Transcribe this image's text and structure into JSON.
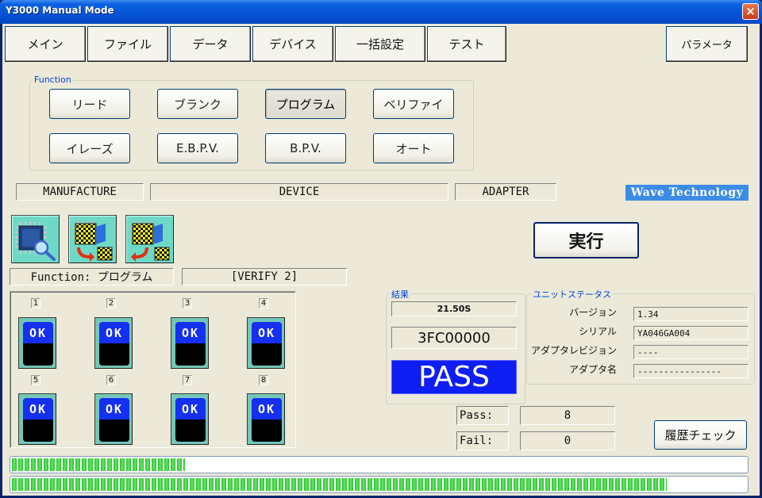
{
  "window": {
    "title": "Y3000 Manual Mode",
    "close_symbol": "×"
  },
  "menu": [
    "メイン",
    "ファイル",
    "データ",
    "デバイス",
    "一括設定",
    "テスト"
  ],
  "param_button": "パラメータ",
  "function_group": {
    "label": "Function",
    "buttons": [
      "リード",
      "ブランク",
      "プログラム",
      "ベリファイ",
      "イレーズ",
      "E.B.P.V.",
      "B.P.V.",
      "オート"
    ],
    "selected": "プログラム"
  },
  "fields": {
    "manufacture": "MANUFACTURE",
    "device": "DEVICE",
    "adapter": "ADAPTER"
  },
  "brand": "Wave Technology",
  "tool_icons": [
    "chip-inspect-icon",
    "chip-copy-icon",
    "chip-transfer-icon"
  ],
  "status": {
    "function_text": "Function: プログラム",
    "step_text": "[VERIFY 2]"
  },
  "execute_label": "実行",
  "sites": [
    {
      "num": "1",
      "status": "OK"
    },
    {
      "num": "2",
      "status": "OK"
    },
    {
      "num": "3",
      "status": "OK"
    },
    {
      "num": "4",
      "status": "OK"
    },
    {
      "num": "5",
      "status": "OK"
    },
    {
      "num": "6",
      "status": "OK"
    },
    {
      "num": "7",
      "status": "OK"
    },
    {
      "num": "8",
      "status": "OK"
    }
  ],
  "result": {
    "label": "結果",
    "time": "21.50S",
    "checksum": "3FC00000",
    "verdict": "PASS"
  },
  "unit_status": {
    "label": "ユニットステータス",
    "rows": [
      {
        "label": "バージョン",
        "value": "1.34"
      },
      {
        "label": "シリアル",
        "value": "YA046GA004"
      },
      {
        "label": "アダプタレビジョン",
        "value": "----"
      },
      {
        "label": "アダプタ名",
        "value": "----------------"
      }
    ]
  },
  "counts": {
    "pass_label": "Pass:",
    "pass_value": "8",
    "fail_label": "Fail:",
    "fail_value": "0"
  },
  "history_button": "履歴チェック",
  "progress": {
    "bar1": 0.236,
    "bar2": 0.892
  },
  "colors": {
    "accent": "#1530f0",
    "brand": "#3c8ce6",
    "progress": "#22c426",
    "site": "#74c7b7"
  }
}
